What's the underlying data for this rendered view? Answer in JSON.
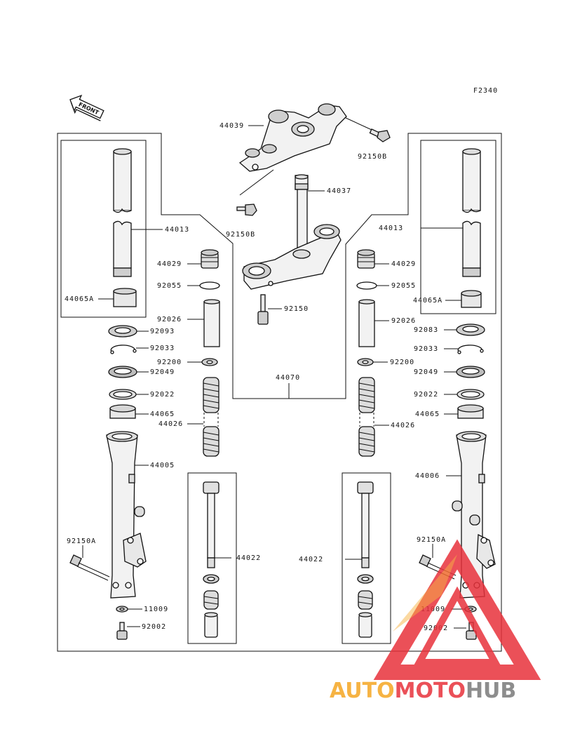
{
  "figure_code": "F2340",
  "front_label": "FRONT",
  "watermark": {
    "auto": "AUTO",
    "moto": "MOTO",
    "hub": "HUB"
  },
  "colors": {
    "line": "#111111",
    "part_fill": "#f2f2f2",
    "part_shade": "#bdbdbd",
    "wm_orange": "#f5a623",
    "wm_red": "#e8323c",
    "wm_grey": "#7a7a7a"
  },
  "labels": {
    "l44039": "44039",
    "l92150B_a": "92150B",
    "l92150B_b": "92150B",
    "l44037": "44037",
    "l44013_left": "44013",
    "l44013_right": "44013",
    "l44029_left": "44029",
    "l44029_right": "44029",
    "l92055_left": "92055",
    "l92055_right": "92055",
    "l92150": "92150",
    "l44065A_left": "44065A",
    "l44065A_right": "44065A",
    "l92026_left": "92026",
    "l92026_right": "92026",
    "l92093_left": "92093",
    "l92083_right": "92083",
    "l92033_left": "92033",
    "l92033_right": "92033",
    "l92200_left": "92200",
    "l92200_right": "92200",
    "l92049_left": "92049",
    "l92049_right": "92049",
    "l44070": "44070",
    "l92022_left": "92022",
    "l92022_right": "92022",
    "l44065_left": "44065",
    "l44065_right": "44065",
    "l44026_left": "44026",
    "l44026_right": "44026",
    "l44005": "44005",
    "l44006": "44006",
    "l44022_left": "44022",
    "l44022_right": "44022",
    "l92150A_left": "92150A",
    "l92150A_right": "92150A",
    "l11009_left": "11009",
    "l11009_right": "11009",
    "l92002_left": "92002",
    "l92002_right": "92002"
  }
}
